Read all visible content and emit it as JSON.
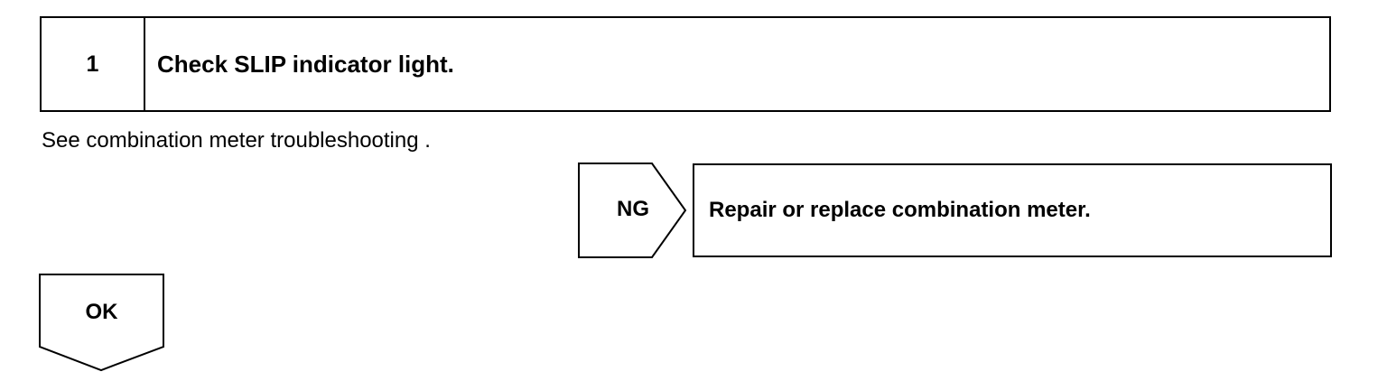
{
  "step": {
    "number": "1",
    "title": "Check SLIP indicator light."
  },
  "instruction": "See combination meter troubleshooting .",
  "ng_branch": {
    "label": "NG",
    "action": "Repair or replace combination meter."
  },
  "ok_branch": {
    "label": "OK"
  }
}
